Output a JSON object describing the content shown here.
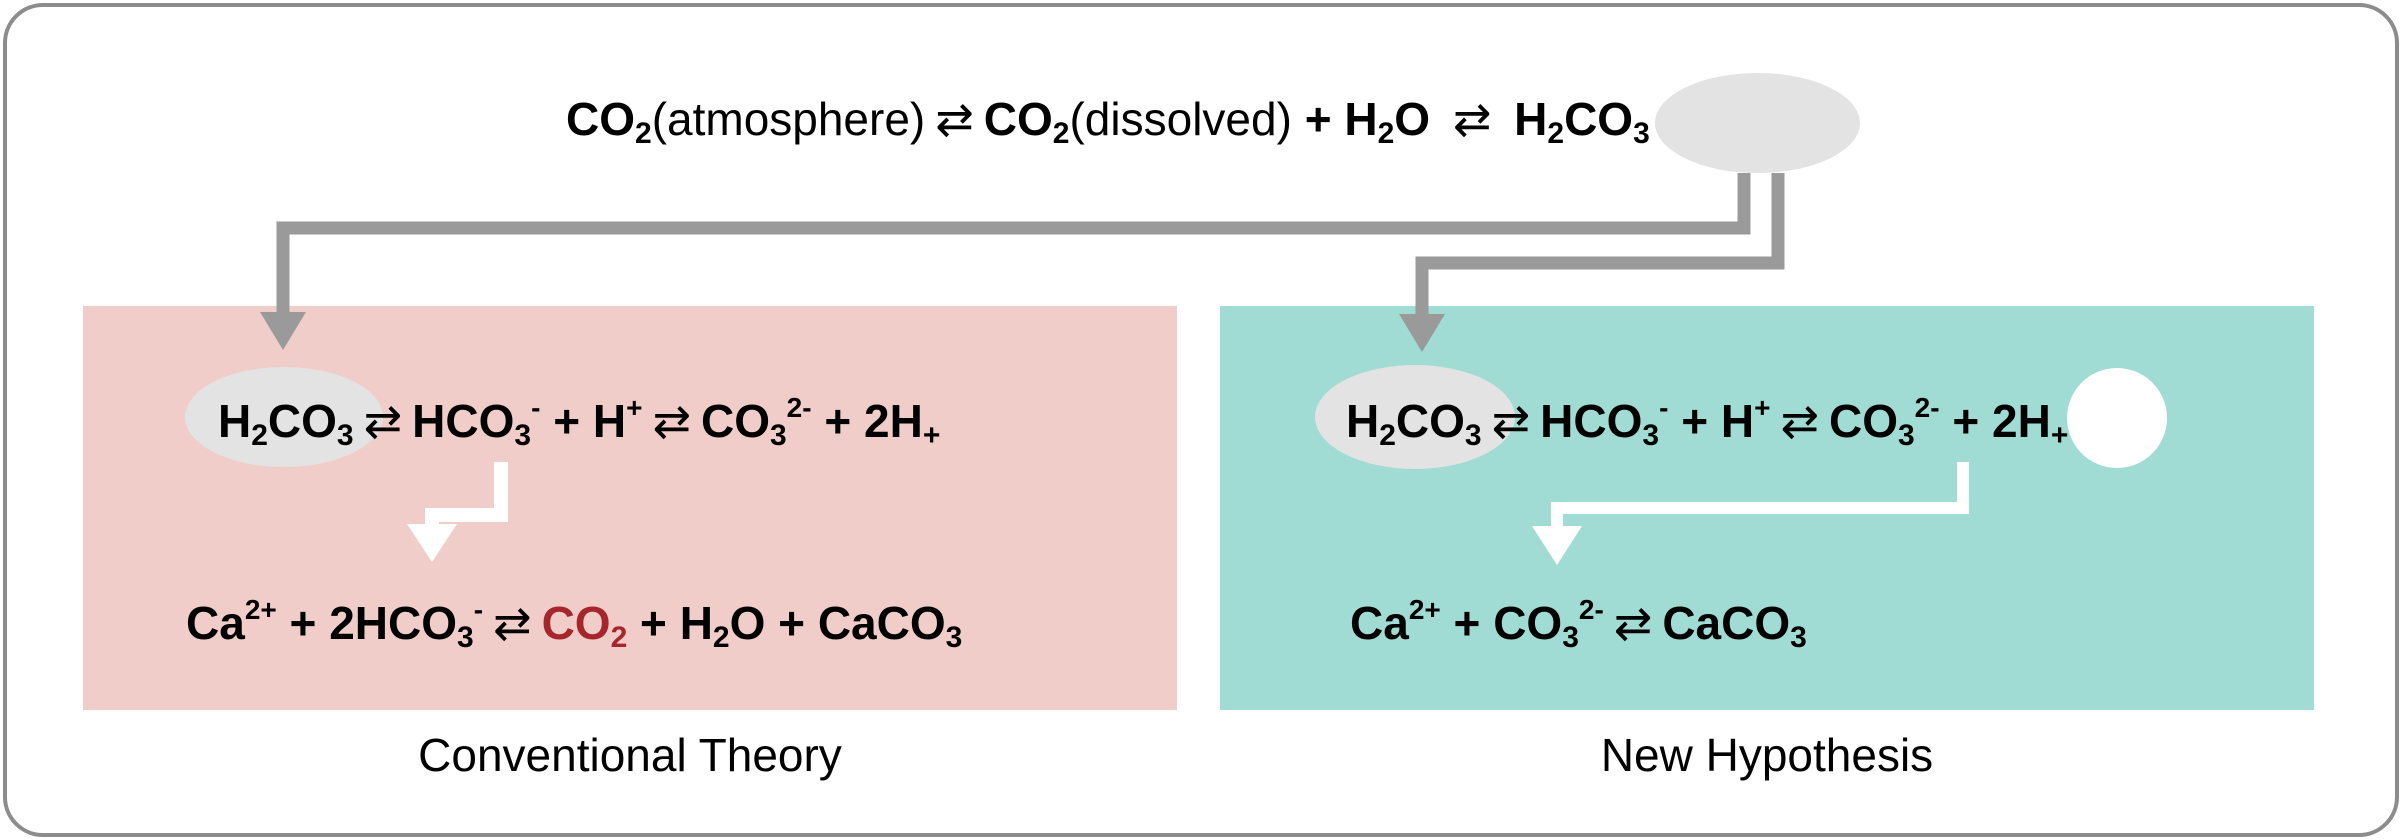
{
  "top_equation": {
    "co2": "CO",
    "co2_sub": "2",
    "atmosphere": "(atmosphere)",
    "arrow": "⇄",
    "dissolved": "(dissolved)",
    "plus": "+",
    "h": "H",
    "h_sub": "2",
    "o": "O",
    "h2co3_h": "H",
    "h2co3_sub1": "2",
    "h2co3_co": "CO",
    "h2co3_sub2": "3"
  },
  "left_panel": {
    "caption": "Conventional Theory",
    "eq1": {
      "h": "H",
      "h_sub": "2",
      "co": "CO",
      "co_sub": "3",
      "arrow": "⇄",
      "hco": "HCO",
      "hco_sub": "3",
      "hco_sup": "-",
      "plus1": "+",
      "hplus": "H",
      "hplus_sup": "+",
      "co3": "CO",
      "co3_sub": "3",
      "co3_sup": "2-",
      "plus2": "+",
      "two_h": "2H",
      "two_h_sub": "+"
    },
    "eq2": {
      "ca": "Ca",
      "ca_sup": "2+",
      "plus1": "+",
      "hco": "2HCO",
      "hco_sub": "3",
      "hco_sup": "-",
      "arrow": "⇄",
      "co2": "CO",
      "co2_sub": "2",
      "plus2": "+",
      "h": "H",
      "h_sub": "2",
      "o": "O",
      "plus3": "+",
      "caco": "CaCO",
      "caco_sub": "3"
    }
  },
  "right_panel": {
    "caption": "New Hypothesis",
    "eq1": {
      "h": "H",
      "h_sub": "2",
      "co": "CO",
      "co_sub": "3",
      "arrow": "⇄",
      "hco": "HCO",
      "hco_sub": "3",
      "hco_sup": "-",
      "plus1": "+",
      "hplus": "H",
      "hplus_sup": "+",
      "co3": "CO",
      "co3_sub": "3",
      "co3_sup": "2-",
      "plus2": "+",
      "two_h": "2H",
      "two_h_sub": "+"
    },
    "eq2": {
      "ca": "Ca",
      "ca_sup": "2+",
      "plus1": "+",
      "co3": "CO",
      "co3_sub": "3",
      "co3_sup": "2-",
      "arrow": "⇄",
      "caco": "CaCO",
      "caco_sub": "3"
    }
  },
  "colors": {
    "left_panel_bg": "#f0cdc8",
    "right_panel_bg": "#a0dcd3",
    "highlight_ellipse": "#e3e3e3",
    "arrow_grey": "#9a9a9a",
    "emphasis_red": "#a6262b",
    "frame_border": "#8c8c8c"
  }
}
